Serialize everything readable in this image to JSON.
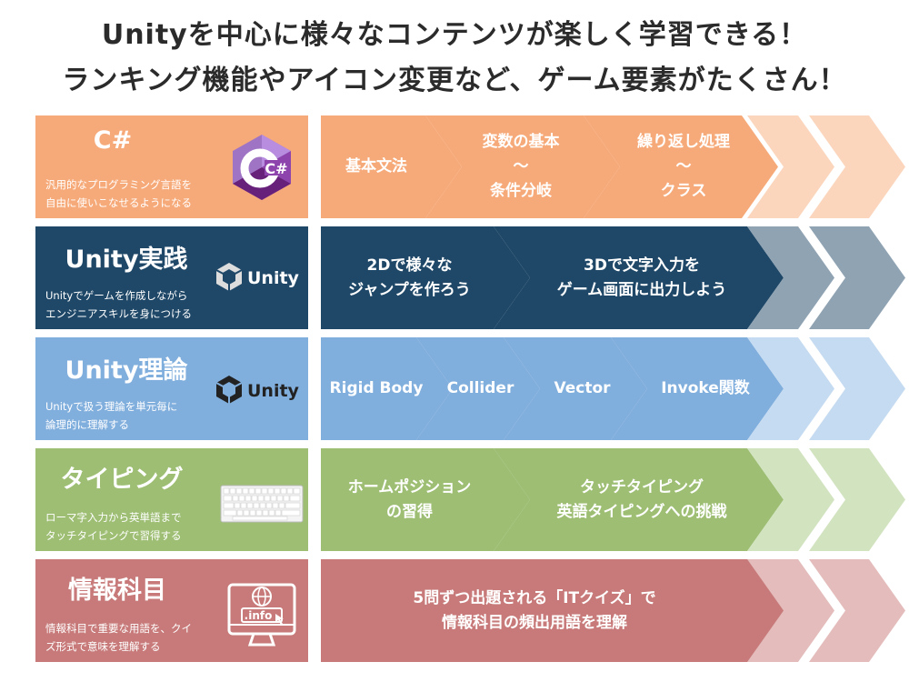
{
  "header": {
    "line1": "Unityを中心に様々なコンテンツが楽しく学習できる！",
    "line2": "ランキング機能やアイコン変更など、ゲーム要素がたくさん！"
  },
  "colors": {
    "csharp": "#f7aa79",
    "unity_practice": "#1f4868",
    "unity_theory": "#80aedd",
    "typing": "#9dbe73",
    "info": "#c77a79"
  },
  "rows": [
    {
      "id": "csharp",
      "title": "C#",
      "desc": [
        "汎用的なプログラミング言語を",
        "自由に使いこなせるようになる"
      ],
      "logo_icon": "csharp-logo-icon",
      "logo_text": "C#",
      "steps": [
        "基本文法",
        "変数の基本\n～\n条件分岐",
        "繰り返し処理\n～\nクラス"
      ]
    },
    {
      "id": "unity-practice",
      "title": "Unity実践",
      "desc": [
        "Unityでゲームを作成しながら",
        "エンジニアスキルを身につける"
      ],
      "logo_icon": "unity-logo-icon",
      "logo_text": "Unity",
      "steps": [
        "2Dで様々な\nジャンプを作ろう",
        "3Dで文字入力を\nゲーム画面に出力しよう"
      ]
    },
    {
      "id": "unity-theory",
      "title": "Unity理論",
      "desc": [
        "Unityで扱う理論を単元毎に",
        "論理的に理解する"
      ],
      "logo_icon": "unity-logo-icon",
      "logo_text": "Unity",
      "steps": [
        "Rigid Body",
        "Collider",
        "Vector",
        "Invoke関数"
      ]
    },
    {
      "id": "typing",
      "title": "タイピング",
      "desc": [
        "ローマ字入力から英単語まで",
        "タッチタイピングで習得する"
      ],
      "logo_icon": "keyboard-icon",
      "logo_text": "",
      "steps": [
        "ホームポジション\nの習得",
        "タッチタイピング\n英語タイピングへの挑戦"
      ]
    },
    {
      "id": "info",
      "title": "情報科目",
      "desc": [
        "情報科目で重要な用語を、クイ",
        "ズ形式で意味を理解する"
      ],
      "logo_icon": "computer-info-icon",
      "logo_text": ".info",
      "steps": [
        "5問ずつ出題される「ITクイズ」で\n情報科目の頻出用語を理解"
      ]
    }
  ]
}
